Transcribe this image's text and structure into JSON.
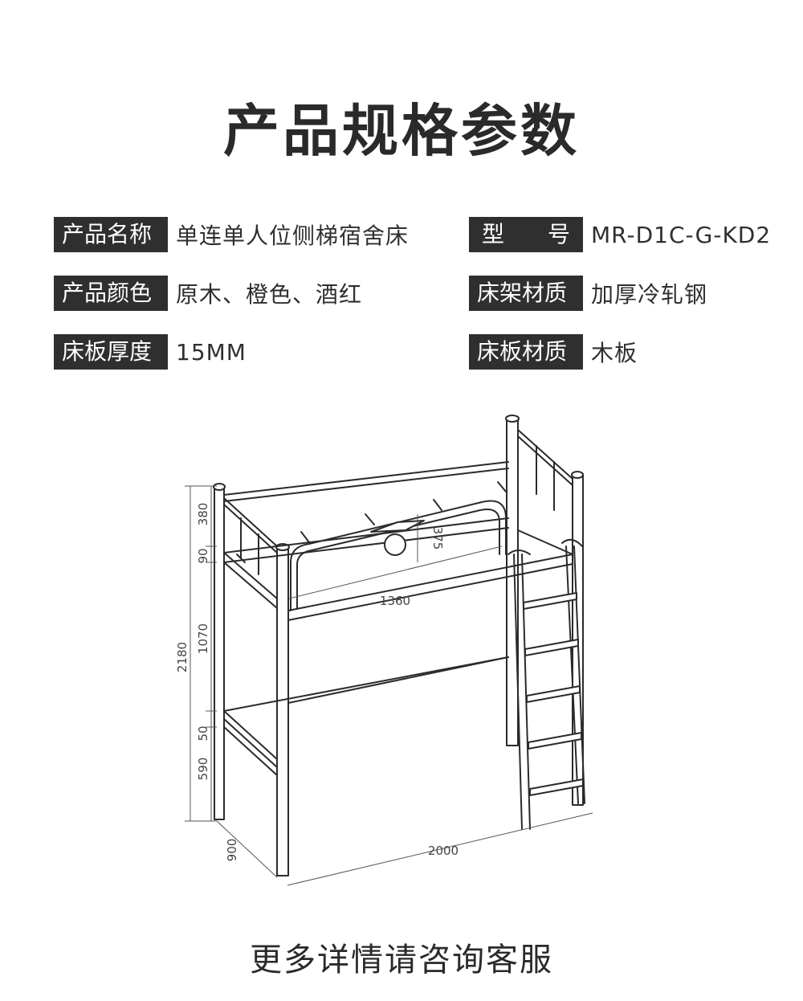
{
  "title": "产品规格参数",
  "specs": {
    "name_label": "产品名称",
    "name_value": "单连单人位侧梯宿舍床",
    "model_label_a": "型",
    "model_label_b": "号",
    "model_value": "MR-D1C-G-KD2",
    "color_label": "产品颜色",
    "color_value": "原木、橙色、酒红",
    "frame_label": "床架材质",
    "frame_value": "加厚冷轧钢",
    "thickness_label": "床板厚度",
    "thickness_value": "15MM",
    "board_label": "床板材质",
    "board_value": "木板"
  },
  "dimensions": {
    "d380": "380",
    "d90": "90",
    "d2180": "2180",
    "d1070": "1070",
    "d50": "50",
    "d590": "590",
    "d900": "900",
    "d2000": "2000",
    "d1360": "1360",
    "d375": "375"
  },
  "footer": "更多详情请咨询客服"
}
